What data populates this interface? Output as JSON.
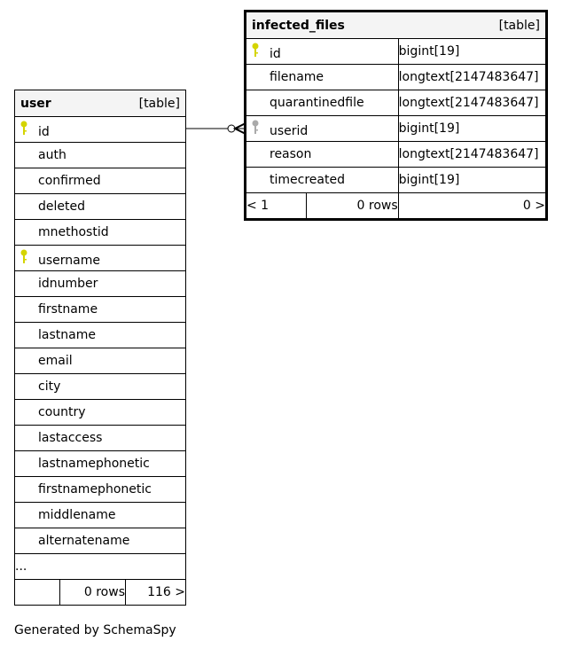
{
  "user_table": {
    "name": "user",
    "type_label": "[table]",
    "columns": [
      {
        "name": "id",
        "key": "primary"
      },
      {
        "name": "auth",
        "key": ""
      },
      {
        "name": "confirmed",
        "key": ""
      },
      {
        "name": "deleted",
        "key": ""
      },
      {
        "name": "mnethostid",
        "key": ""
      },
      {
        "name": "username",
        "key": "primary"
      },
      {
        "name": "idnumber",
        "key": ""
      },
      {
        "name": "firstname",
        "key": ""
      },
      {
        "name": "lastname",
        "key": ""
      },
      {
        "name": "email",
        "key": ""
      },
      {
        "name": "city",
        "key": ""
      },
      {
        "name": "country",
        "key": ""
      },
      {
        "name": "lastaccess",
        "key": ""
      },
      {
        "name": "lastnamephonetic",
        "key": ""
      },
      {
        "name": "firstnamephonetic",
        "key": ""
      },
      {
        "name": "middlename",
        "key": ""
      },
      {
        "name": "alternatename",
        "key": ""
      }
    ],
    "ellipsis": "...",
    "footer": {
      "left": "",
      "middle": "0 rows",
      "right": "116 >"
    }
  },
  "infected_table": {
    "name": "infected_files",
    "type_label": "[table]",
    "columns": [
      {
        "name": "id",
        "type": "bigint[19]",
        "key": "primary"
      },
      {
        "name": "filename",
        "type": "longtext[2147483647]",
        "key": ""
      },
      {
        "name": "quarantinedfile",
        "type": "longtext[2147483647]",
        "key": ""
      },
      {
        "name": "userid",
        "type": "bigint[19]",
        "key": "foreign"
      },
      {
        "name": "reason",
        "type": "longtext[2147483647]",
        "key": ""
      },
      {
        "name": "timecreated",
        "type": "bigint[19]",
        "key": ""
      }
    ],
    "footer": {
      "left": "< 1",
      "middle": "0 rows",
      "right": "0 >"
    }
  },
  "generated_by": "Generated by SchemaSpy",
  "colors": {
    "primary_key": "#d4d400",
    "foreign_key": "#aaaaaa",
    "header_bg": "#f4f4f4"
  }
}
